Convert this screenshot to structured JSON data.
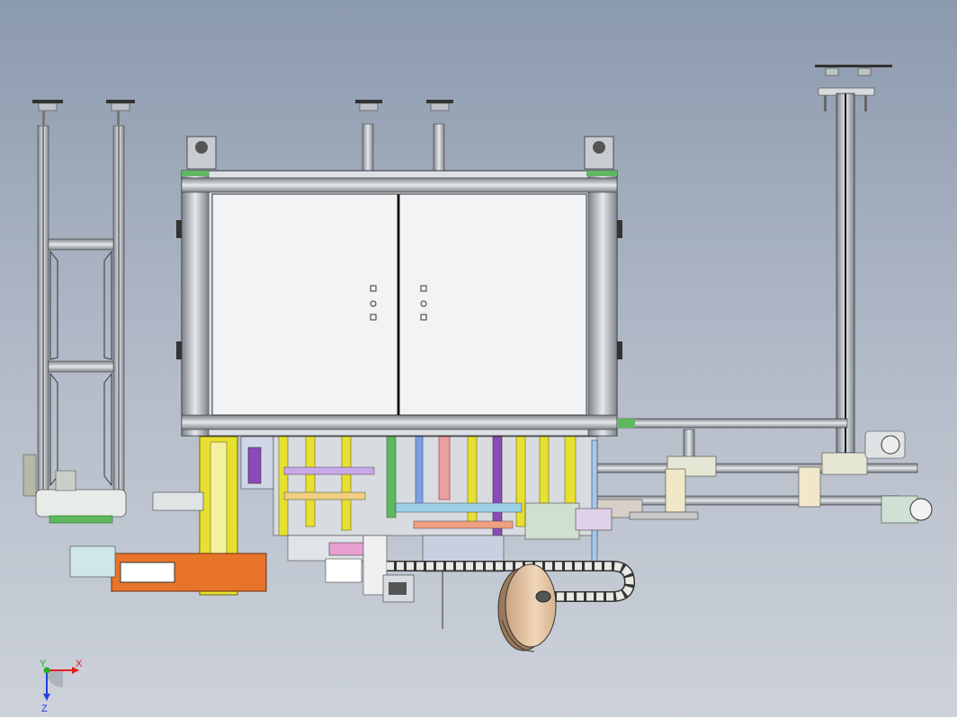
{
  "viewport": {
    "background_top": "#8c9aae",
    "background_bottom": "#cdd2da"
  },
  "triad": {
    "x_label": "X",
    "y_label": "Y",
    "z_label": "Z",
    "x_color": "#e02020",
    "y_color": "#20b020",
    "z_color": "#2040e0"
  },
  "colors": {
    "frame_green": "#5fb85f",
    "frame_gray": "#a8adb3",
    "panel_white": "#eef0f2",
    "accent_yellow": "#e8e030",
    "accent_orange": "#e8742a",
    "cable_chain": "#e8e8e4",
    "wheel_tan": "#e9c9a8"
  }
}
